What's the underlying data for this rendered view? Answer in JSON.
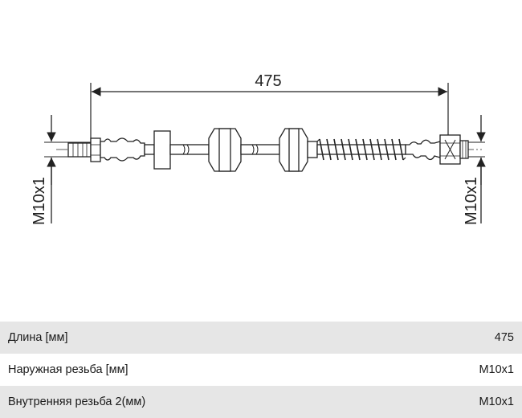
{
  "drawing": {
    "length_dimension": "475",
    "left_thread_label": "M10x1",
    "right_thread_label": "M10x1"
  },
  "specs": [
    {
      "label": "Длина [мм]",
      "value": "475"
    },
    {
      "label": "Наружная резьба [мм]",
      "value": "M10x1"
    },
    {
      "label": "Внутренняя резьба 2(мм)",
      "value": "M10x1"
    }
  ]
}
